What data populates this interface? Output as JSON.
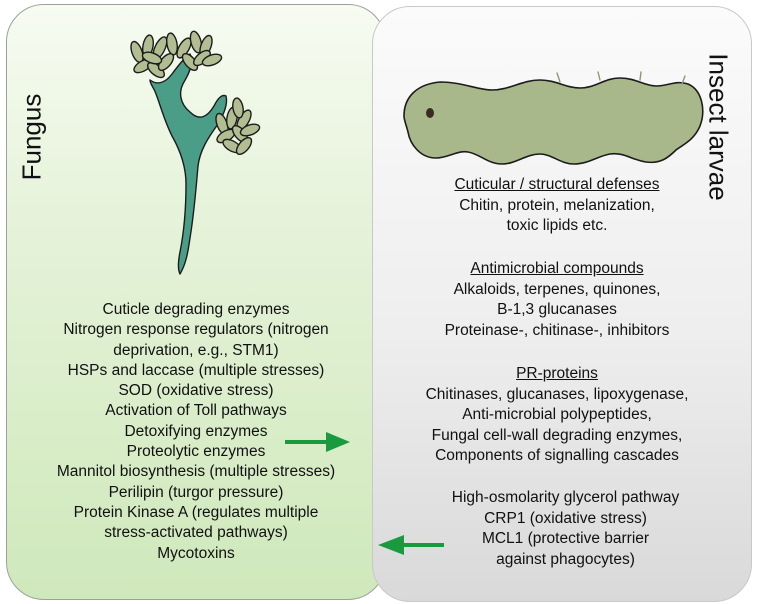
{
  "fungus_panel": {
    "title": "Fungus",
    "items": [
      "Cuticle degrading enzymes",
      "Nitrogen response regulators (nitrogen",
      "deprivation, e.g., STM1)",
      "HSPs and laccase (multiple stresses)",
      "SOD (oxidative stress)",
      "Activation of Toll pathways",
      "Detoxifying enzymes",
      "Proteolytic enzymes",
      "Mannitol biosynthesis (multiple stresses)",
      "Perilipin (turgor pressure)",
      "Protein Kinase A (regulates multiple",
      "stress-activated pathways)",
      "Mycotoxins"
    ]
  },
  "larvae_panel": {
    "title": "Insect larvae",
    "sections": [
      {
        "heading": "Cuticular / structural defenses",
        "lines": [
          "Chitin, protein, melanization,",
          "toxic lipids etc."
        ]
      },
      {
        "heading": "Antimicrobial compounds",
        "lines": [
          "Alkaloids, terpenes, quinones,",
          "B-1,3 glucanases",
          "Proteinase-, chitinase-, inhibitors"
        ]
      },
      {
        "heading": "PR-proteins",
        "lines": [
          "Chitinases, glucanases, lipoxygenase,",
          "Anti-microbial polypeptides,",
          "Fungal cell-wall degrading enzymes,",
          "Components of signalling cascades"
        ]
      }
    ],
    "pathways": [
      "High-osmolarity glycerol pathway",
      "CRP1 (oxidative stress)",
      "MCL1 (protective barrier",
      "against phagocytes)"
    ]
  },
  "colors": {
    "arrow": "#1a9a3e",
    "fungus_body": "#4a9e88",
    "spores": "#b3bd92",
    "larva_body": "#a9b88a",
    "outline": "#1c1c1c"
  }
}
